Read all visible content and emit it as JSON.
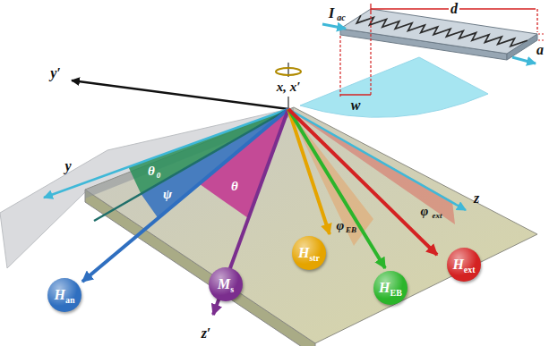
{
  "diagram": {
    "nodes": [
      {
        "text": [
          "H",
          "an"
        ]
      },
      {
        "text": [
          "M",
          "s"
        ]
      },
      {
        "text": [
          "H",
          "str"
        ]
      },
      {
        "text": [
          "H",
          "EB"
        ]
      },
      {
        "text": [
          "H",
          "ext"
        ]
      }
    ],
    "labels": [
      "I",
      "ac",
      "d",
      "a",
      "w",
      "x, x′",
      "y′",
      "y",
      "θ",
      "0",
      "ψ",
      "θ",
      "φ",
      "EB",
      "z",
      "φ",
      "ext",
      "z′"
    ]
  }
}
